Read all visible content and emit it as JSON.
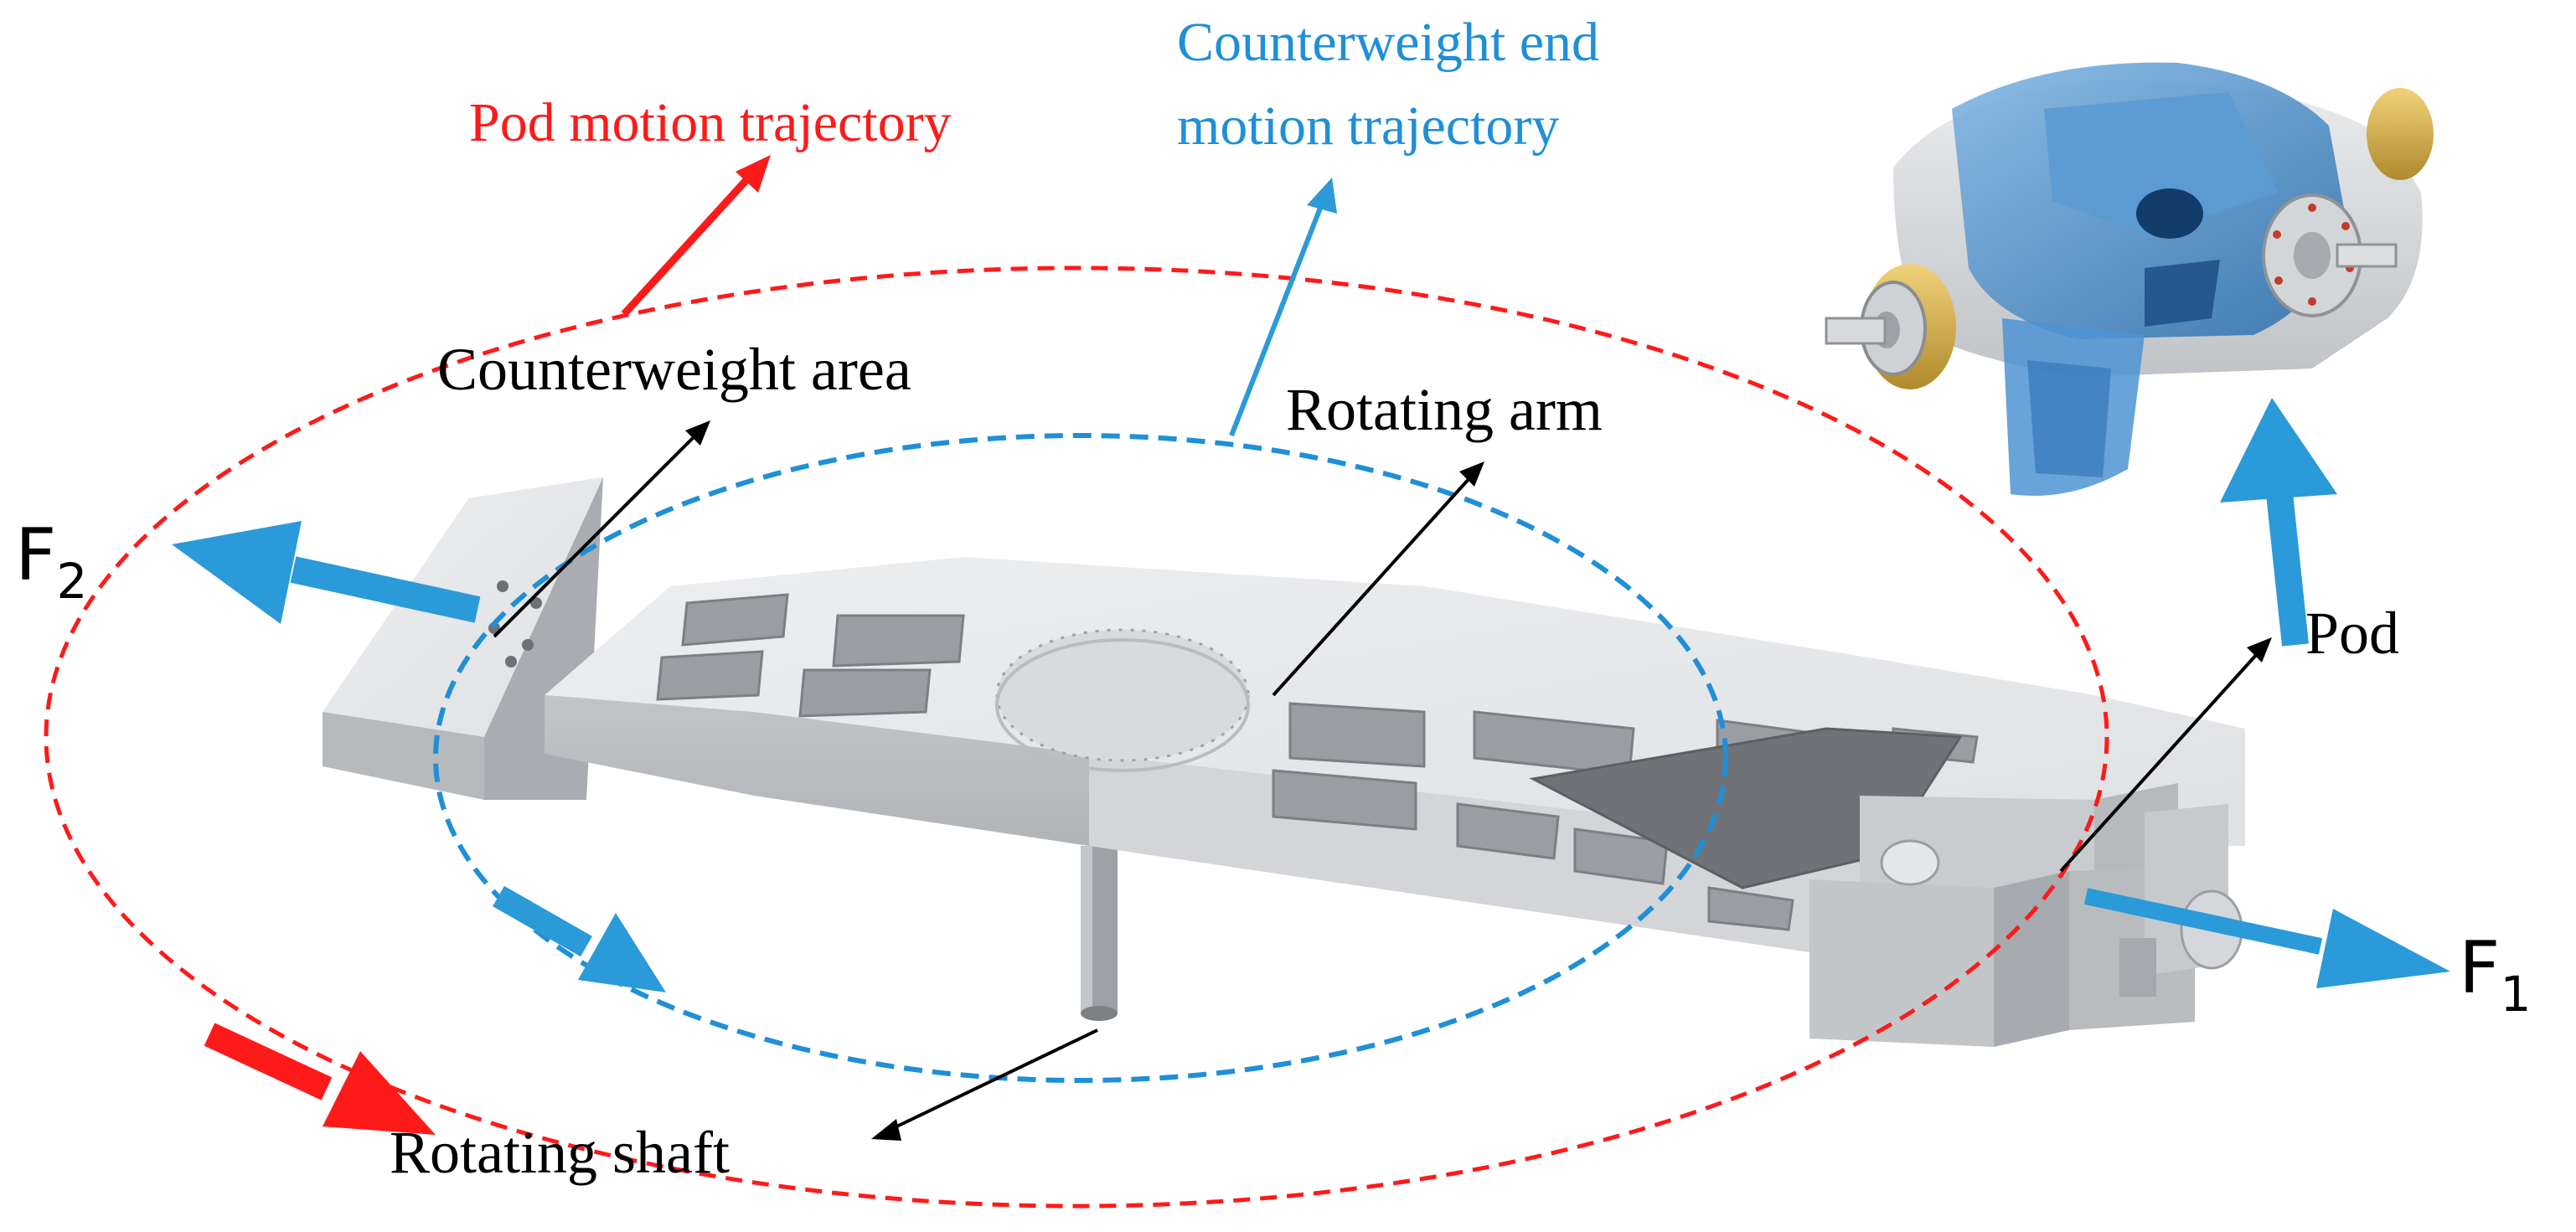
{
  "labels": {
    "pod_trajectory": "Pod motion trajectory",
    "counterweight_trajectory_line1": "Counterweight end",
    "counterweight_trajectory_line2": "motion trajectory",
    "counterweight_area": "Counterweight area",
    "rotating_arm": "Rotating arm",
    "pod": "Pod",
    "rotating_shaft": "Rotating shaft",
    "force_2_letter": "F",
    "force_2_sub": "2",
    "force_1_letter": "F",
    "force_1_sub": "1"
  },
  "colors": {
    "pod_trajectory": "#ff1a1a",
    "counterweight_trajectory": "#1f8fd8",
    "force_arrow": "#2a9ad8",
    "leader": "#000000",
    "arm_top": "#e4e6e8",
    "arm_side": "#b4b7ba",
    "arm_dark": "#8d9094",
    "pod_body": "#3d86c8"
  },
  "icons": {
    "pod_model": "pod-3d-model-icon",
    "rotating_arm_model": "rotating-arm-3d-model-icon"
  }
}
